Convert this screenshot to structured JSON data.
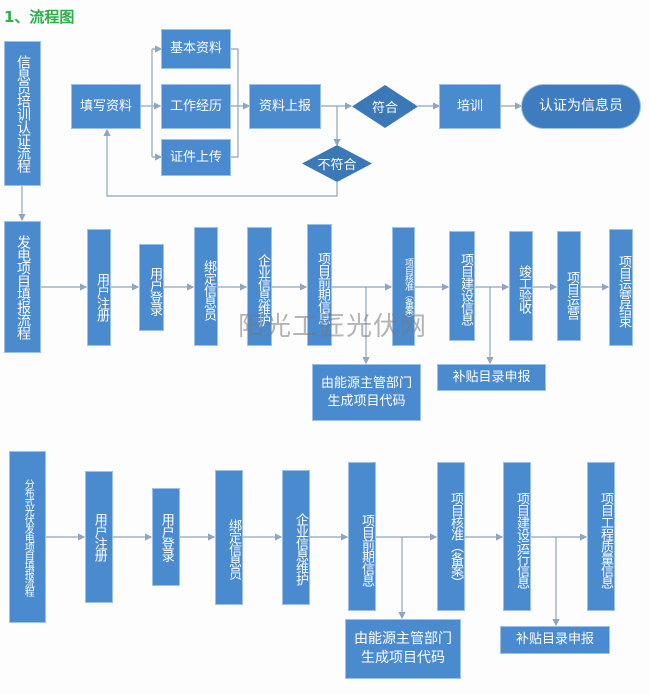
{
  "title": "1、流程图",
  "watermark": "阳光工匠光伏网",
  "colors": {
    "box": "#4a8bd0",
    "diamond": "#3a78b8",
    "title": "#2fae4a",
    "line": "#8fa6bd"
  },
  "flow1": {
    "label": "信息员培训认证流程",
    "fill": "填写资料",
    "basic": "基本资料",
    "work": "工作经历",
    "cert": "证件上传",
    "submit": "资料上报",
    "pass": "符合",
    "fail": "不符合",
    "train": "培训",
    "end": "认证为信息员"
  },
  "flow2": {
    "label": "发电项目填报流程",
    "steps": [
      "用户注册",
      "用户登录",
      "绑定信息员",
      "企业信息维护",
      "项目前期信息",
      "项目核准（备案）",
      "项目建设信息",
      "竣工验收",
      "项目运营",
      "项目运营结束"
    ],
    "code_box": "由能源主管部门生成项目代码",
    "subsidy_box": "补贴目录申报"
  },
  "flow3": {
    "label": "分布式光伏发电项目填报流程",
    "steps": [
      "用户注册",
      "用户登录",
      "绑定信息员",
      "企业信息维护",
      "项目前期信息",
      "项目核准（备案）",
      "项目建设运行信息",
      "项目工程质量信息"
    ],
    "code_box": "由能源主管部门生成项目代码",
    "subsidy_box": "补贴目录申报"
  }
}
